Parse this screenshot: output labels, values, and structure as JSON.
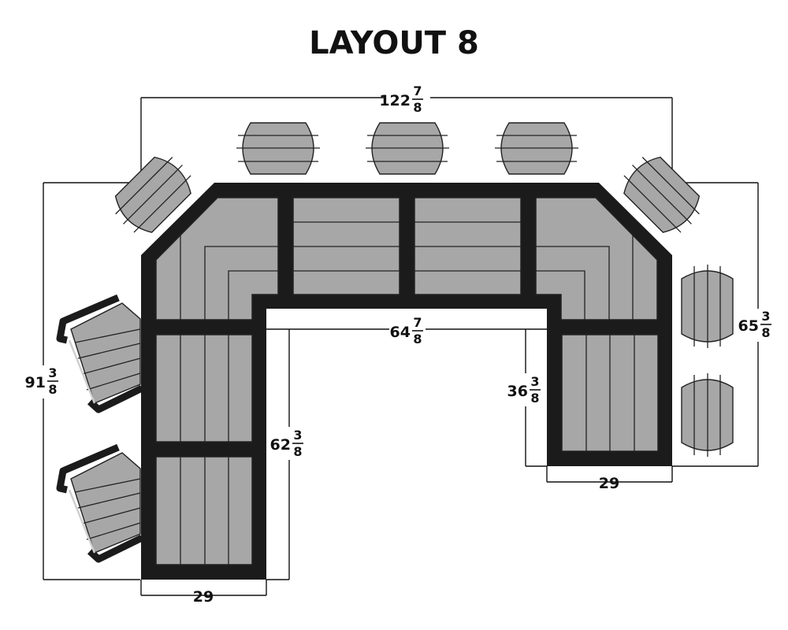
{
  "title": "LAYOUT 8",
  "dimensions": {
    "overall_width": {
      "whole": "122",
      "num": "7",
      "den": "8"
    },
    "inner_width": {
      "whole": "64",
      "num": "7",
      "den": "8"
    },
    "left_depth": {
      "whole": "91",
      "num": "3",
      "den": "8"
    },
    "inner_left_depth": {
      "whole": "62",
      "num": "3",
      "den": "8"
    },
    "right_depth": {
      "whole": "65",
      "num": "3",
      "den": "8"
    },
    "inner_right_depth": {
      "whole": "36",
      "num": "3",
      "den": "8"
    },
    "left_arm_width": "29",
    "right_arm_width": "29"
  },
  "colors": {
    "frame": "#1b1b1b",
    "cushion": "#a7a7a7",
    "line": "#111111"
  }
}
